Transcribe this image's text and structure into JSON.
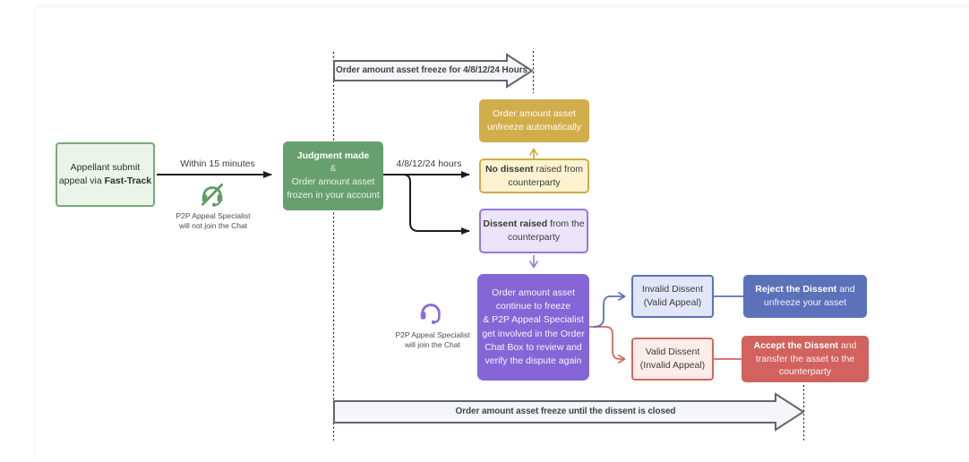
{
  "banners": {
    "top": "Order amount asset freeze for 4/8/12/24 Hours",
    "bottom": "Order amount asset freeze until the dissent is closed"
  },
  "labels": {
    "within": "Within 15 minutes",
    "hours": "4/8/12/24 hours"
  },
  "notes": {
    "muted": {
      "line1": "P2P Appeal Specialist",
      "line2": "will not join the Chat"
    },
    "join": {
      "line1": "P2P Appeal Specialist",
      "line2": "will join the Chat"
    }
  },
  "nodes": {
    "appellant": {
      "line1": "Appellant submit",
      "line2_pre": "appeal via ",
      "line2_bold": "Fast-Track"
    },
    "judgment": {
      "title": "Judgment made",
      "amp": "&",
      "line2": "Order amount asset",
      "line3": "frozen in your account"
    },
    "unfreeze": {
      "line1": "Order amount asset",
      "line2": "unfreeze automatically"
    },
    "no_dissent": {
      "bold": "No dissent",
      "rest": " raised from",
      "line2": "counterparty"
    },
    "dissent": {
      "bold": "Dissent raised",
      "rest": " from the",
      "line2": "counterparty"
    },
    "review": {
      "lines": [
        "Order amount asset",
        "continue to freeze",
        "& P2P Appeal Specialist",
        "get involved in the Order",
        "Chat Box to review and",
        "verify the dispute again"
      ]
    },
    "invalid_dissent": {
      "line1": "Invalid Dissent",
      "line2": "(Valid Appeal)"
    },
    "reject": {
      "bold": "Reject the Dissent",
      "rest": " and",
      "line2": "unfreeze your asset"
    },
    "valid_dissent": {
      "line1": "Valid Dissent",
      "line2": "(Invalid Appeal)"
    },
    "accept": {
      "bold": "Accept the Dissent",
      "rest": " and",
      "line2": "transfer the asset to the",
      "line3": "counterparty"
    }
  },
  "colors": {
    "green_light": "#eaf4e9",
    "green_border": "#77aa7c",
    "green_solid": "#67a06e",
    "gold_solid": "#d1ae4b",
    "gold_light": "#fdf3d0",
    "gold_border": "#d2ab45",
    "purple_light": "#ebe5fb",
    "purple_border": "#9877e0",
    "purple_solid": "#8666d6",
    "blue_light": "#e1e6f8",
    "blue_solid": "#5b72ba",
    "red_light": "#fdedea",
    "red_border": "#d0695f",
    "red_solid": "#d2625e",
    "banner_stroke": "#5f6673",
    "arrow_black": "#1d1d1d"
  }
}
